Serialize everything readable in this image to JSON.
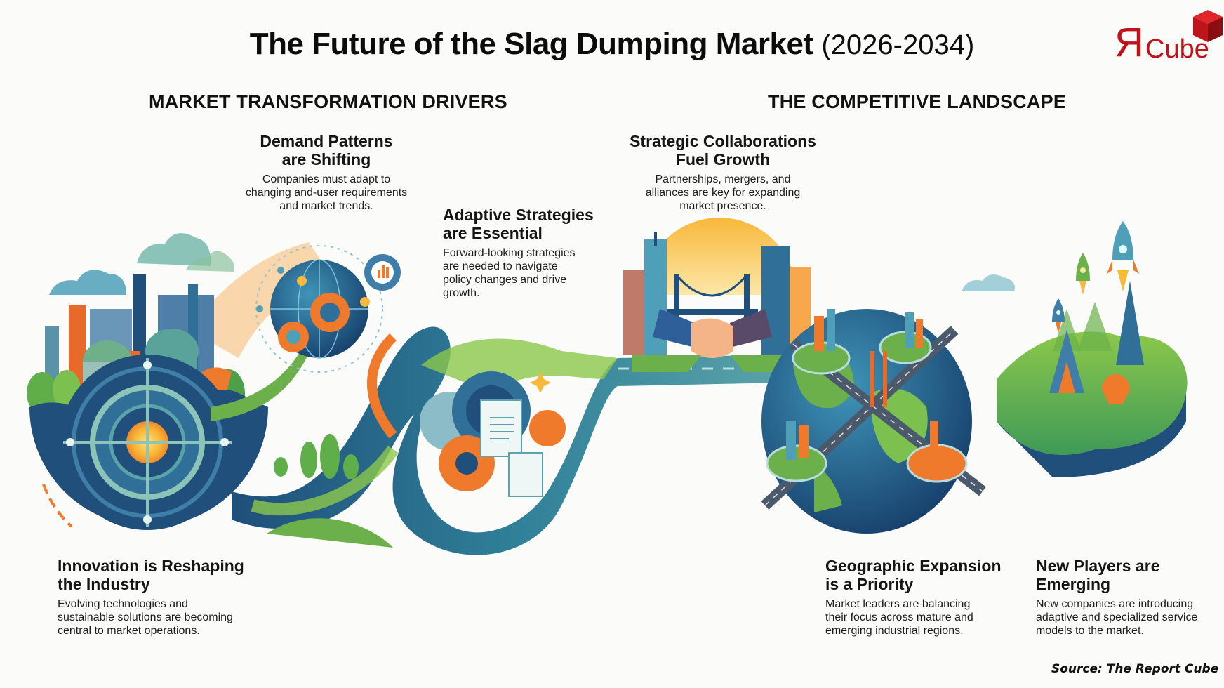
{
  "header": {
    "title": "The Future of the Slag Dumping Market",
    "years": "(2026-2034)"
  },
  "logo": {
    "letter": "Я",
    "text": "Cube",
    "brand_color": "#c0141b"
  },
  "sections": {
    "left_title": "MARKET TRANSFORMATION DRIVERS",
    "right_title": "THE COMPETITIVE LANDSCAPE"
  },
  "drivers": {
    "demand": {
      "heading_line1": "Demand Patterns",
      "heading_line2": "are Shifting",
      "body_line1": "Companies must adapt to",
      "body_line2": "changing and-user requirements",
      "body_line3": "and market trends."
    },
    "adaptive": {
      "heading_line1": "Adaptive Strategies",
      "heading_line2": "are Essential",
      "body_line1": "Forward-looking strategies",
      "body_line2": "are needed to navigate",
      "body_line3": "policy changes and drive",
      "body_line4": "growth."
    },
    "innovation": {
      "heading_line1": "Innovation is Reshaping",
      "heading_line2": "the Industry",
      "body_line1": "Evolving technologies and",
      "body_line2": "sustainable solutions are becoming",
      "body_line3": "central to market operations."
    }
  },
  "landscape": {
    "collaborations": {
      "heading_line1": "Strategic Collaborations",
      "heading_line2": "Fuel Growth",
      "body_line1": "Partnerships, mergers, and",
      "body_line2": "alliances are key for expanding",
      "body_line3": "market presence."
    },
    "geographic": {
      "heading_line1": "Geographic Expansion",
      "heading_line2": "is a Priority",
      "body_line1": "Market leaders are balancing",
      "body_line2": "their focus across mature and",
      "body_line3": "emerging industrial regions."
    },
    "new_players": {
      "heading_line1": "New Players are",
      "heading_line2": "Emerging",
      "body_line1": "New companies are introducing",
      "body_line2": "adaptive and specialized service",
      "body_line3": "models to the market."
    }
  },
  "footer": {
    "source": "Source: The Report Cube"
  },
  "palette": {
    "navy": "#1f4f7a",
    "teal": "#2f8a9c",
    "green": "#6bb04a",
    "orange": "#f07a2b",
    "yellow": "#f8b83a"
  }
}
